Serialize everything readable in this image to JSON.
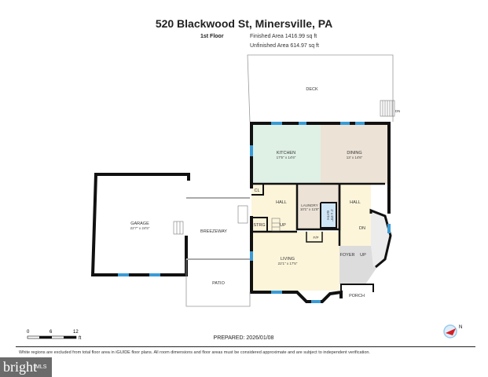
{
  "header": {
    "title": "520 Blackwood St, Minersville, PA",
    "floor": "1st Floor",
    "finished_area": "Finished Area 1416.99 sq ft",
    "unfinished_area": "Unfinished Area 614.97 sq ft"
  },
  "rooms": {
    "deck": "DECK",
    "deck_dn": "DN",
    "kitchen": {
      "name": "KITCHEN",
      "dims": "17'5\" x 14'6\""
    },
    "dining": {
      "name": "DINING",
      "dims": "13' x 14'6\""
    },
    "cl": "CL",
    "hall_left": "HALL",
    "hall_right": "HALL",
    "laundry": {
      "name": "LAUNDRY",
      "dims": "10'1\" x 11'8\""
    },
    "bath": {
      "name": "BATH",
      "dims": "4' x 8'0\""
    },
    "strg": "STRG",
    "up": "UP",
    "dn": "DN",
    "fp": "F/P",
    "living": {
      "name": "LIVING",
      "dims": "22'1\" x 17'5\""
    },
    "foyer": "FOYER",
    "foyer_up": "UP",
    "porch": "PORCH",
    "garage": {
      "name": "GARAGE",
      "dims": "22'7\" x 24'5\""
    },
    "breezeway": "BREEZEWAY",
    "patio": "PATIO"
  },
  "colors": {
    "kitchen": "#dff0e5",
    "dining": "#ece2d5",
    "hall": "#fcf5da",
    "laundry": "#ece2d5",
    "bath": "#cfe6f7",
    "foyer": "#dcdcdc",
    "window": "#3a9bd5",
    "wall": "#111111"
  },
  "scale": {
    "ticks": [
      "0",
      "6",
      "12"
    ],
    "unit": "ft"
  },
  "footer": {
    "prepared": "PREPARED: 2026/01/08",
    "disclaimer": "White regions are excluded from total floor area in iGUIDE floor plans. All room dimensions and floor areas must be considered approximate and are subject to independent verification.",
    "compass_label": "N"
  },
  "logo": {
    "brand": "bright",
    "suffix": "MLS"
  }
}
